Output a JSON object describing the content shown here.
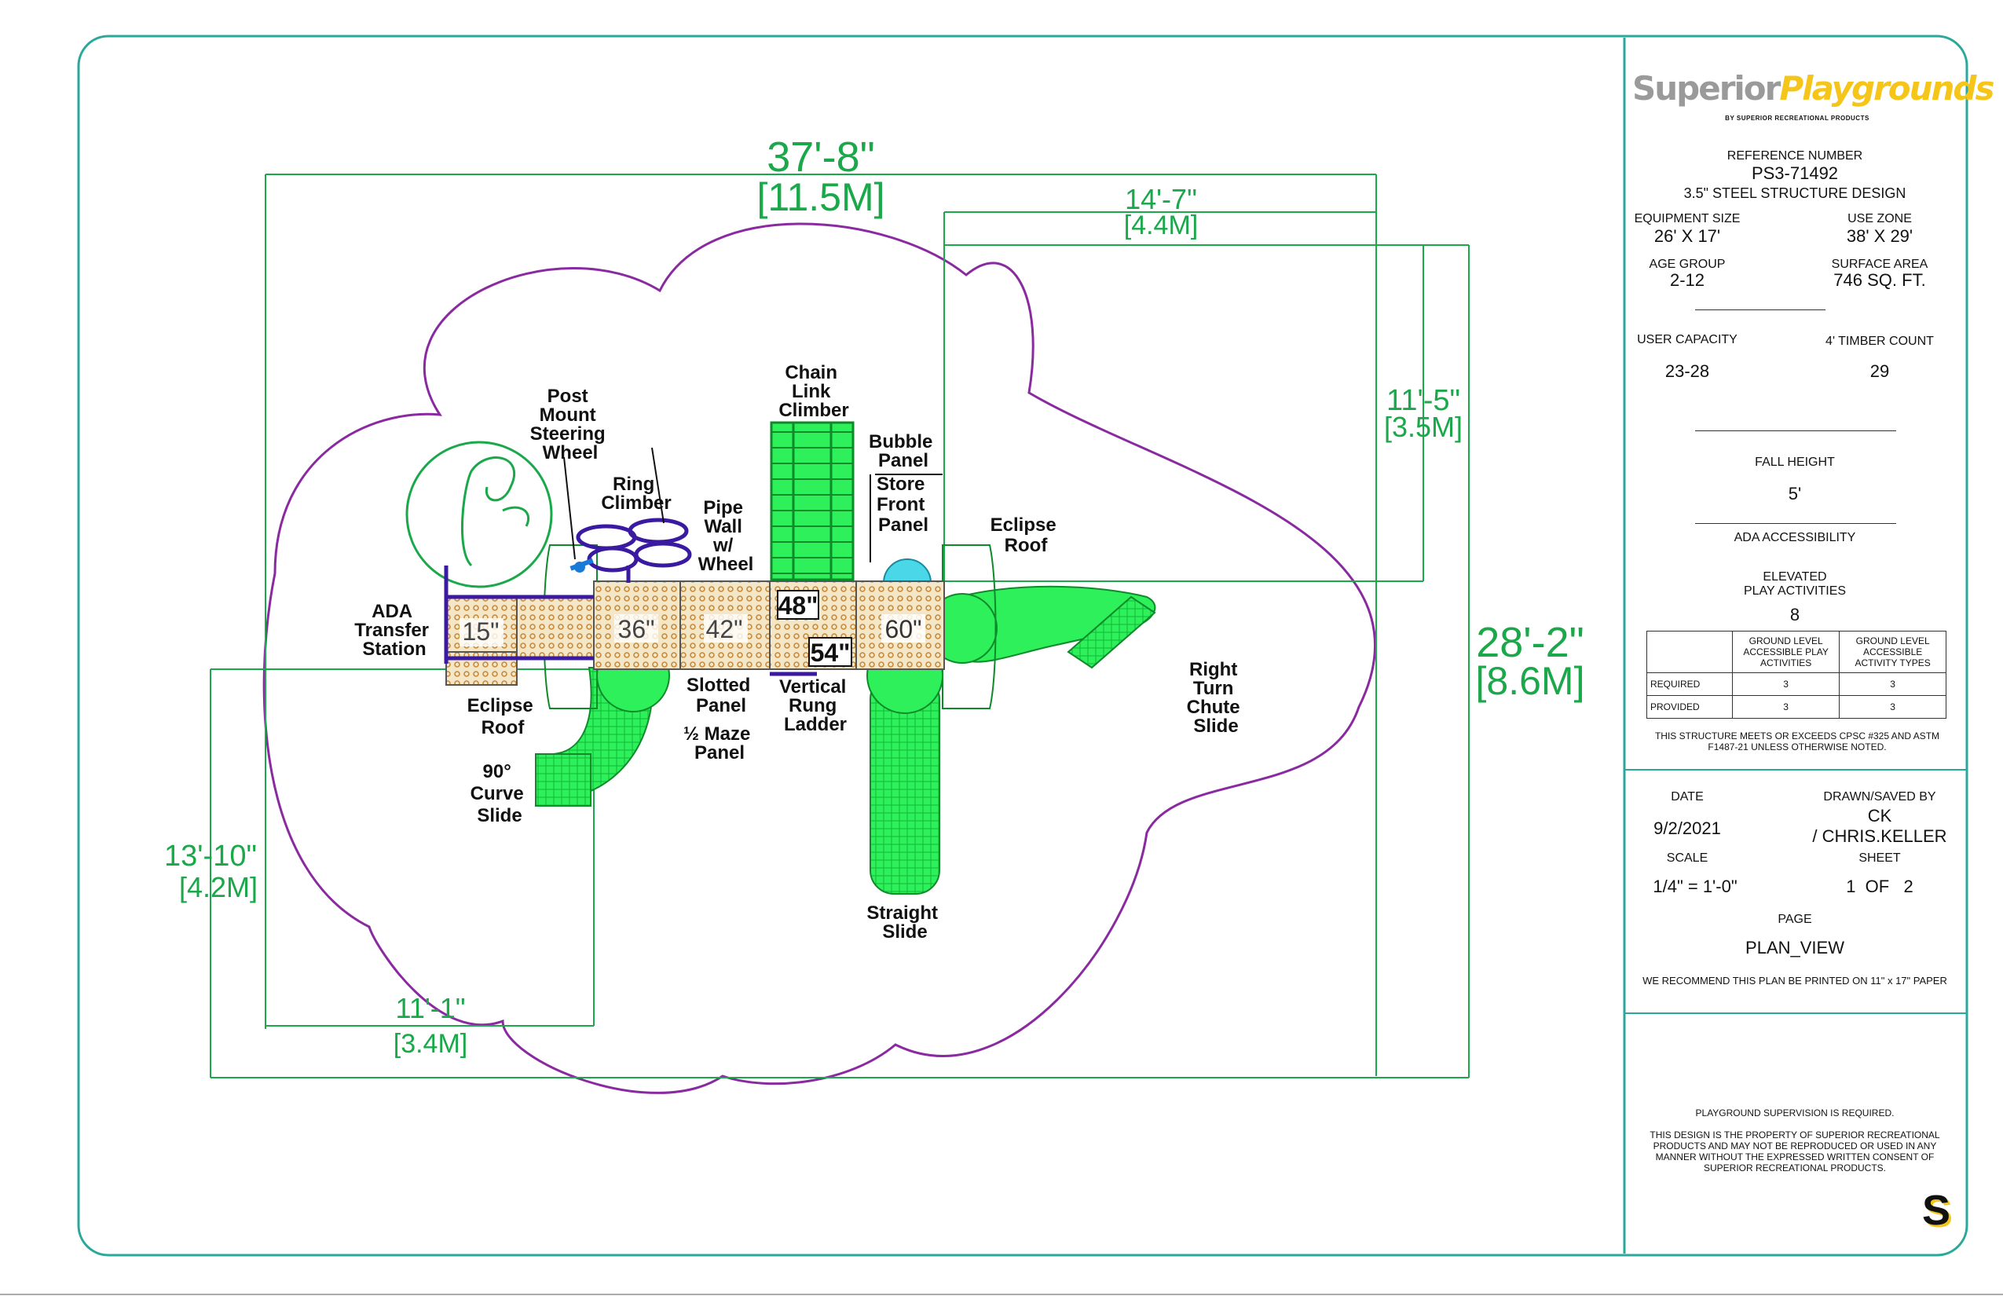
{
  "plan": {
    "dimensions": {
      "overall_width": "37'-8\"",
      "overall_width_metric": "[11.5M]",
      "right_offset": "14'-7\"",
      "right_offset_metric": "[4.4M]",
      "right_depth": "11'-5\"",
      "right_depth_metric": "[3.5M]",
      "overall_depth": "28'-2\"",
      "overall_depth_metric": "[8.6M]",
      "left_depth": "13'-10\"",
      "left_depth_metric": "[4.2M]",
      "left_offset": "11'-1\"",
      "left_offset_metric": "[3.4M]"
    },
    "components": {
      "ada_transfer_station": [
        "ADA",
        "Transfer",
        "Station"
      ],
      "post_mount_steering_wheel": [
        "Post",
        "Mount",
        "Steering",
        "Wheel"
      ],
      "ring_climber": [
        "Ring",
        "Climber"
      ],
      "pipe_wall_wheel": [
        "Pipe",
        "Wall",
        "w/",
        "Wheel"
      ],
      "chain_link_climber": [
        "Chain",
        "Link",
        "Climber"
      ],
      "bubble_panel": [
        "Bubble",
        "Panel"
      ],
      "store_front_panel": [
        "Store",
        "Front",
        "Panel"
      ],
      "eclipse_roof_right": [
        "Eclipse",
        "Roof"
      ],
      "eclipse_roof_left": [
        "Eclipse",
        "Roof"
      ],
      "curve_slide": [
        "90°",
        "Curve",
        "Slide"
      ],
      "slotted_panel": [
        "Slotted",
        "Panel"
      ],
      "maze_panel": [
        "½ Maze",
        "Panel"
      ],
      "vertical_rung_ladder": [
        "Vertical",
        "Rung",
        "Ladder"
      ],
      "straight_slide": [
        "Straight",
        "Slide"
      ],
      "right_turn_chute_slide": [
        "Right",
        "Turn",
        "Chute",
        "Slide"
      ]
    },
    "deck_heights": [
      "15\"",
      "36\"",
      "42\"",
      "48\"",
      "54\"",
      "60\""
    ]
  },
  "title_block": {
    "logo_word1": "Superior",
    "logo_word2": "Playgrounds",
    "tagline": "BY SUPERIOR RECREATIONAL PRODUCTS",
    "reference_label": "REFERENCE NUMBER",
    "reference_value": "PS3-71492",
    "design": "3.5\" STEEL STRUCTURE DESIGN",
    "equipment_size_label": "EQUIPMENT SIZE",
    "equipment_size_value": "26' X 17'",
    "use_zone_label": "USE ZONE",
    "use_zone_value": "38' X 29'",
    "age_group_label": "AGE GROUP",
    "age_group_value": "2-12",
    "surface_area_label": "SURFACE AREA",
    "surface_area_value": "746 SQ. FT.",
    "user_capacity_label": "USER CAPACITY",
    "user_capacity_value": "23-28",
    "timber_label": "4' TIMBER COUNT",
    "timber_value": "29",
    "fall_height_label": "FALL HEIGHT",
    "fall_height_value": "5'",
    "ada_label": "ADA ACCESSIBILITY",
    "elevated_label_1": "ELEVATED",
    "elevated_label_2": "PLAY ACTIVITIES",
    "elevated_value": "8",
    "table_head_1": "GROUND LEVEL ACCESSIBLE PLAY ACTIVITIES",
    "table_head_2": "GROUND LEVEL ACCESSIBLE ACTIVITY TYPES",
    "row_required_label": "REQUIRED",
    "row_required_1": "3",
    "row_required_2": "3",
    "row_provided_label": "PROVIDED",
    "row_provided_1": "3",
    "row_provided_2": "3",
    "compliance": "THIS STRUCTURE MEETS OR EXCEEDS CPSC #325 AND ASTM F1487-21 UNLESS OTHERWISE NOTED.",
    "date_label": "DATE",
    "date_value": "9/2/2021",
    "drawn_label": "DRAWN/SAVED BY",
    "drawn_value_1": "CK",
    "drawn_value_2": "/ CHRIS.KELLER",
    "scale_label": "SCALE",
    "scale_value": "1/4\" = 1'-0\"",
    "sheet_label": "SHEET",
    "sheet_value": "1  OF   2",
    "page_label": "PAGE",
    "page_value": "PLAN_VIEW",
    "print_note": "WE RECOMMEND THIS PLAN BE PRINTED ON 11\" x 17\" PAPER",
    "supervision": "PLAYGROUND SUPERVISION IS REQUIRED.",
    "property_note": "THIS DESIGN IS THE PROPERTY OF SUPERIOR RECREATIONAL PRODUCTS AND MAY NOT BE REPRODUCED OR USED IN ANY MANNER WITHOUT THE EXPRESSED WRITTEN CONSENT OF SUPERIOR RECREATIONAL PRODUCTS.",
    "corner_mark": "S"
  },
  "colors": {
    "border": "#2aa89a",
    "dimension": "#1aa84a",
    "zone": "#8a2aa0",
    "slide": "#1ee84a",
    "deck": "#c98a3a",
    "structure": "#3a1aa0",
    "bubble": "#4ad8e8"
  }
}
